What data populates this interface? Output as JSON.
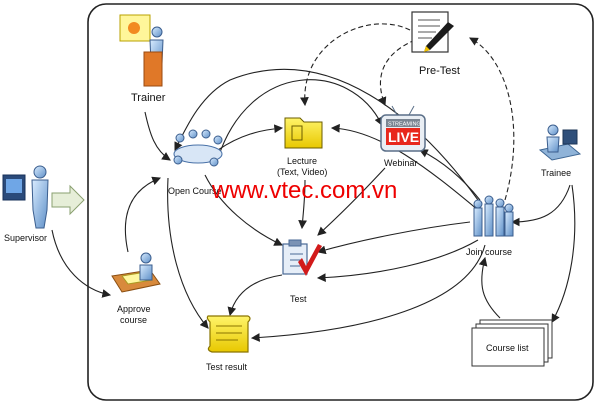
{
  "nodes": {
    "supervisor": "Supervisor",
    "trainer": "Trainer",
    "open_course": "Open Course",
    "approve_course_line1": "Approve",
    "approve_course_line2": "course",
    "lecture_line1": "Lecture",
    "lecture_line2": "(Text, Video)",
    "webinar": "Webinar",
    "pre_test": "Pre-Test",
    "trainee": "Trainee",
    "join_course": "Join course",
    "test": "Test",
    "test_result": "Test result",
    "course_list": "Course list"
  },
  "badge": {
    "streaming": "STREAMING",
    "live": "LIVE"
  },
  "watermark": "www.vtec.com.vn"
}
